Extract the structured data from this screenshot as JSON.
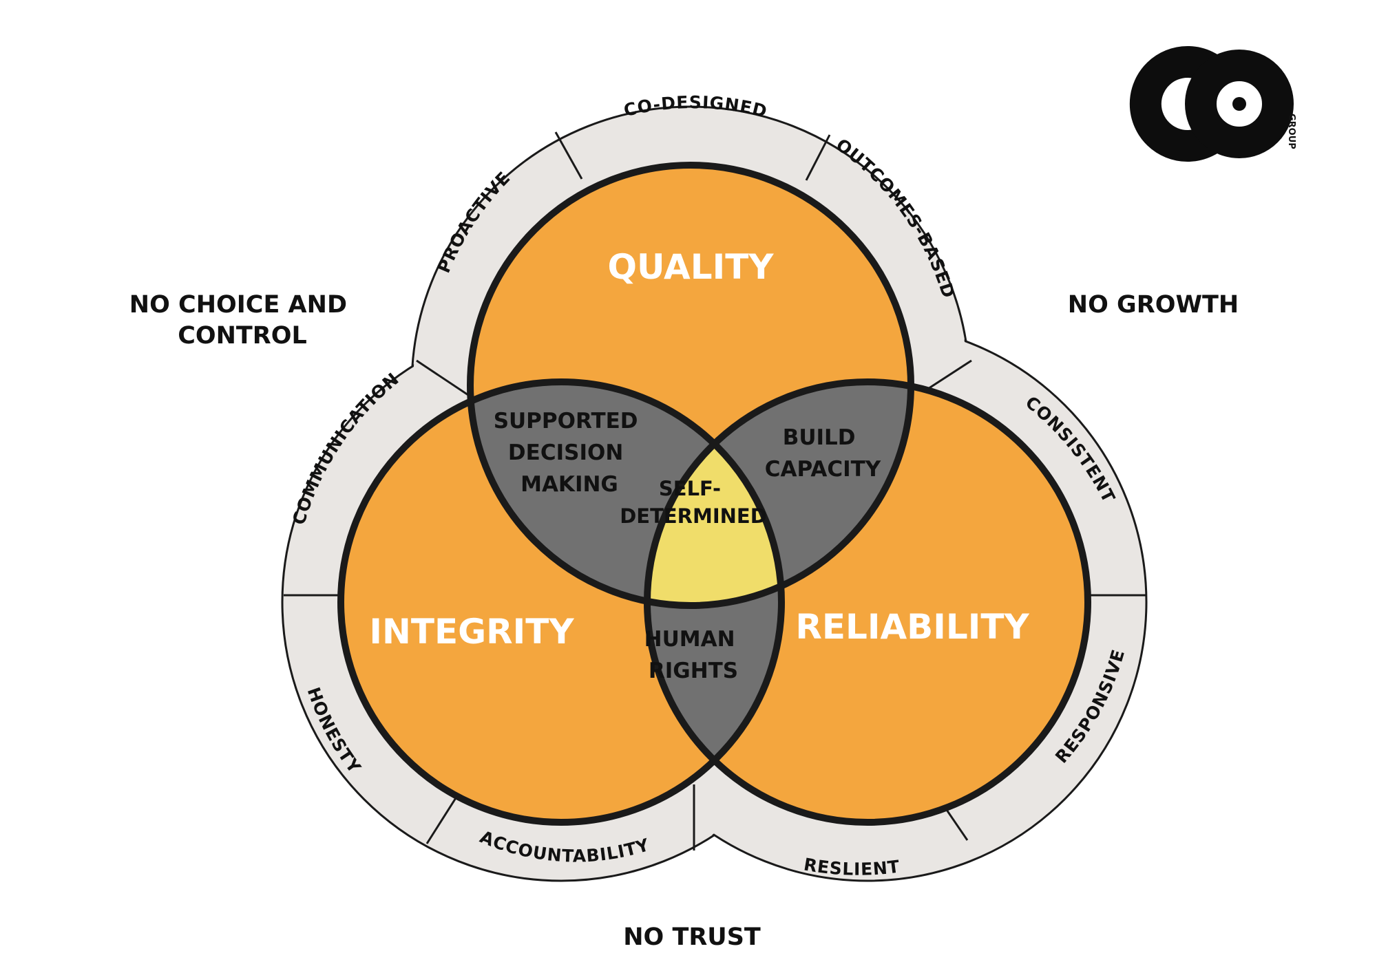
{
  "outer": {
    "top_left": [
      "NO CHOICE AND",
      "CONTROL"
    ],
    "top_right": "NO GROWTH",
    "bottom": "NO TRUST"
  },
  "logo": {
    "letters": "CO",
    "sub": "GROUP"
  },
  "circles": {
    "top": "QUALITY",
    "left": "INTEGRITY",
    "right": "RELIABILITY"
  },
  "overlaps": {
    "top_left": [
      "SUPPORTED",
      "DECISION",
      "MAKING"
    ],
    "top_right": [
      "BUILD",
      "CAPACITY"
    ],
    "bottom": [
      "HUMAN",
      "RIGHTS"
    ],
    "center": [
      "SELF-",
      "DETERMINED"
    ]
  },
  "ring_labels": {
    "proactive": "PROACTIVE",
    "co_designed": "CO-DESIGNED",
    "outcomes_based": "OUTCOMES-BASED",
    "communication": "COMMUNICATION",
    "honesty": "HONESTY",
    "accountability": "ACCOUNTABILITY",
    "consistent": "CONSISTENT",
    "responsive": "RESPONSIVE",
    "reslient": "RESLIENT"
  },
  "colors": {
    "orange": "#F4A63E",
    "gray": "#717171",
    "yellow": "#F0DD6A",
    "ring": "#E9E6E3",
    "outline": "#1A1A1A"
  }
}
